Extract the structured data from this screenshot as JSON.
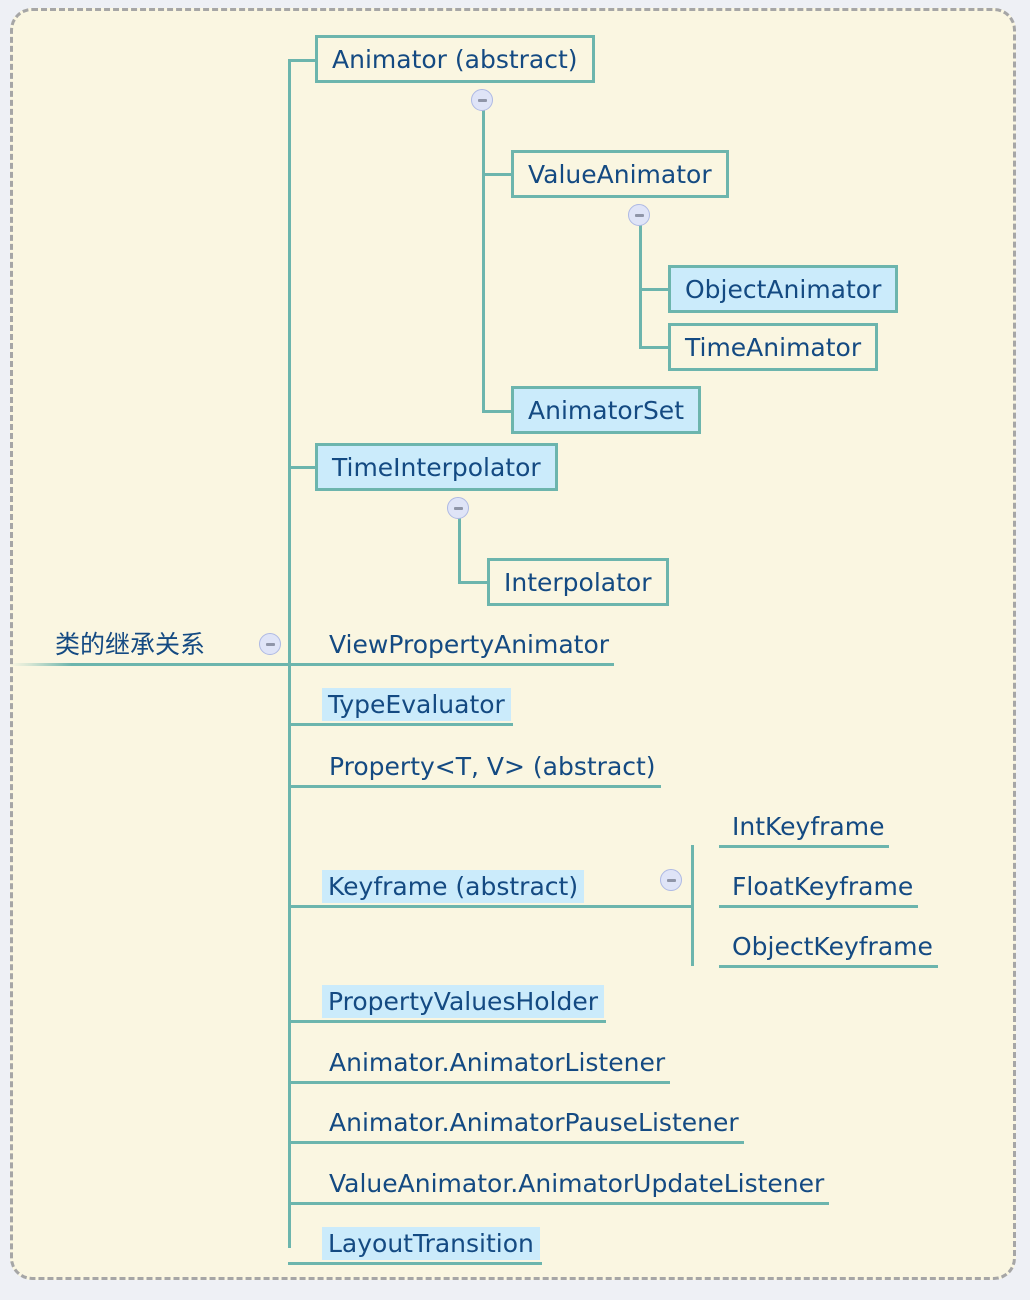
{
  "diagram": {
    "title": "类的继承关系",
    "type": "mindmap",
    "colors": {
      "page_background": "#eef0f5",
      "sheet_background": "#faf6e1",
      "sheet_border": "#a6a6a6",
      "line": "#6cb5ad",
      "text": "#144a82",
      "highlight_fill": "#cbebfb",
      "toggle_fill": "#dfe4f7",
      "toggle_border": "#aeb9e4",
      "toggle_glyph": "#8f95a8"
    },
    "toggle_icon": "collapse-minus-icon",
    "root": {
      "label": "类的继承关系",
      "style": "plain",
      "highlighted": false,
      "collapsible": true
    },
    "nodes": [
      {
        "id": "animator",
        "label": "Animator (abstract)",
        "style": "boxed",
        "highlighted": false,
        "collapsible": true,
        "level": 1
      },
      {
        "id": "value-animator",
        "label": "ValueAnimator",
        "style": "boxed",
        "highlighted": false,
        "collapsible": true,
        "level": 2
      },
      {
        "id": "object-animator",
        "label": "ObjectAnimator",
        "style": "boxed",
        "highlighted": true,
        "collapsible": false,
        "level": 3
      },
      {
        "id": "time-animator",
        "label": "TimeAnimator",
        "style": "boxed",
        "highlighted": false,
        "collapsible": false,
        "level": 3
      },
      {
        "id": "animator-set",
        "label": "AnimatorSet",
        "style": "boxed",
        "highlighted": true,
        "collapsible": false,
        "level": 2
      },
      {
        "id": "time-interpolator",
        "label": "TimeInterpolator",
        "style": "boxed",
        "highlighted": true,
        "collapsible": true,
        "level": 1
      },
      {
        "id": "interpolator",
        "label": "Interpolator",
        "style": "boxed",
        "highlighted": false,
        "collapsible": false,
        "level": 2
      },
      {
        "id": "view-property-animator",
        "label": "ViewPropertyAnimator",
        "style": "plain",
        "highlighted": false,
        "collapsible": false,
        "level": 1
      },
      {
        "id": "type-evaluator",
        "label": "TypeEvaluator",
        "style": "plain",
        "highlighted": true,
        "collapsible": false,
        "level": 1
      },
      {
        "id": "property",
        "label": "Property<T, V> (abstract)",
        "style": "plain",
        "highlighted": false,
        "collapsible": false,
        "level": 1
      },
      {
        "id": "keyframe",
        "label": "Keyframe (abstract)",
        "style": "plain",
        "highlighted": true,
        "collapsible": true,
        "level": 1
      },
      {
        "id": "int-keyframe",
        "label": "IntKeyframe",
        "style": "plain",
        "highlighted": false,
        "collapsible": false,
        "level": 2
      },
      {
        "id": "float-keyframe",
        "label": "FloatKeyframe",
        "style": "plain",
        "highlighted": false,
        "collapsible": false,
        "level": 2
      },
      {
        "id": "object-keyframe",
        "label": "ObjectKeyframe",
        "style": "plain",
        "highlighted": false,
        "collapsible": false,
        "level": 2
      },
      {
        "id": "property-values-holder",
        "label": "PropertyValuesHolder",
        "style": "plain",
        "highlighted": true,
        "collapsible": false,
        "level": 1
      },
      {
        "id": "animator-listener",
        "label": "Animator.AnimatorListener",
        "style": "plain",
        "highlighted": false,
        "collapsible": false,
        "level": 1
      },
      {
        "id": "animator-pause-listener",
        "label": "Animator.AnimatorPauseListener",
        "style": "plain",
        "highlighted": false,
        "collapsible": false,
        "level": 1
      },
      {
        "id": "animator-update-listener",
        "label": "ValueAnimator.AnimatorUpdateListener",
        "style": "plain",
        "highlighted": false,
        "collapsible": false,
        "level": 1
      },
      {
        "id": "layout-transition",
        "label": "LayoutTransition",
        "style": "plain",
        "highlighted": true,
        "collapsible": false,
        "level": 1
      }
    ]
  }
}
